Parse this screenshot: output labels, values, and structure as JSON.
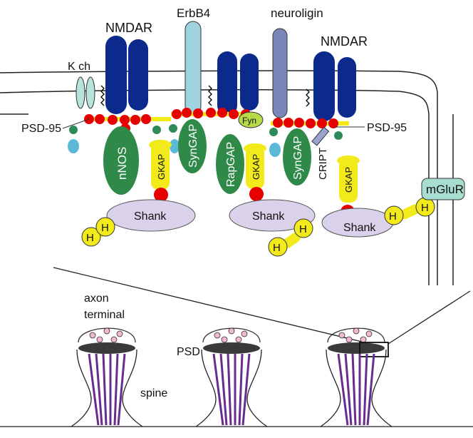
{
  "labels": {
    "kch": "K ch",
    "nmdar_left": "NMDAR",
    "erbb4": "ErbB4",
    "neuroligin": "neuroligin",
    "nmdar_right": "NMDAR",
    "psd95_left": "PSD-95",
    "psd95_right": "PSD-95",
    "fyn": "Fyn",
    "nnos": "nNOS",
    "synGAP_1": "SynGAP",
    "rapGAP": "RapGAP",
    "synGAP_2": "SynGAP",
    "cript": "CRIPT",
    "gkap_1": "GKAP",
    "gkap_2": "GKAP",
    "gkap_3": "GKAP",
    "shank_1": "Shank",
    "shank_2": "Shank",
    "shank_3": "Shank",
    "h": "H",
    "mglur": "mGluR",
    "axon_terminal_1": "axon",
    "axon_terminal_2": "terminal",
    "psd": "PSD",
    "spine": "spine"
  },
  "colors": {
    "nmdar": "#0b2a8c",
    "erbb4": "#9fd3e0",
    "neuroligin": "#7b86b8",
    "kch": "#b6e3dc",
    "psd95_red": "#e60000",
    "psd95_green": "#2e8b57",
    "gap_green": "#2f8a4a",
    "gkap_yellow": "#f2ea1a",
    "shank": "#d9d2ea",
    "spine_lines": "#6a2c8c",
    "mglur": "#a8ded0"
  }
}
